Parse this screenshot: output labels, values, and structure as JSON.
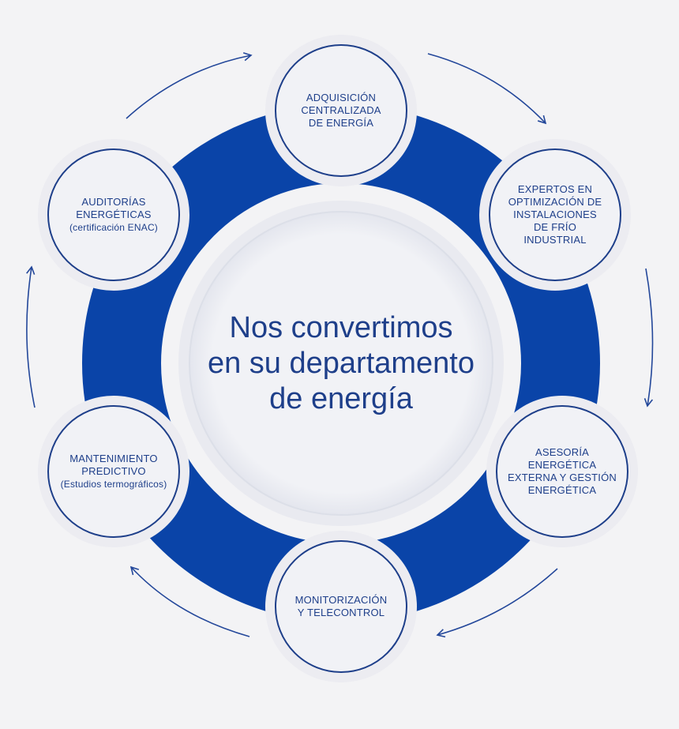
{
  "center": {
    "line1": "Nos convertimos",
    "line2": "en su departamento",
    "line3": "de energía"
  },
  "nodes": [
    {
      "key": "top",
      "lines": [
        "ADQUISICIÓN",
        "CENTRALIZADA",
        "DE ENERGÍA"
      ]
    },
    {
      "key": "right-upper",
      "lines": [
        "EXPERTOS EN",
        "OPTIMIZACIÓN DE",
        "INSTALACIONES",
        "DE FRÍO",
        "INDUSTRIAL"
      ]
    },
    {
      "key": "right-lower",
      "lines": [
        "ASESORÍA",
        "ENERGÉTICA",
        "EXTERNA Y GESTIÓN",
        "ENERGÉTICA"
      ]
    },
    {
      "key": "bottom",
      "lines": [
        "MONITORIZACIÓN",
        "Y TELECONTROL"
      ]
    },
    {
      "key": "left-lower",
      "lines": [
        "MANTENIMIENTO",
        "PREDICTIVO"
      ],
      "sub": "(Estudios termográficos)"
    },
    {
      "key": "left-upper",
      "lines": [
        "AUDITORÍAS",
        "ENERGÉTICAS"
      ],
      "sub": "(certificación ENAC)"
    }
  ],
  "colors": {
    "ring": "#0a44a8",
    "accent": "#1e3f8a",
    "arrow": "#23479a",
    "background": "#f3f3f5",
    "circle_fill": "#f1f2f6"
  }
}
